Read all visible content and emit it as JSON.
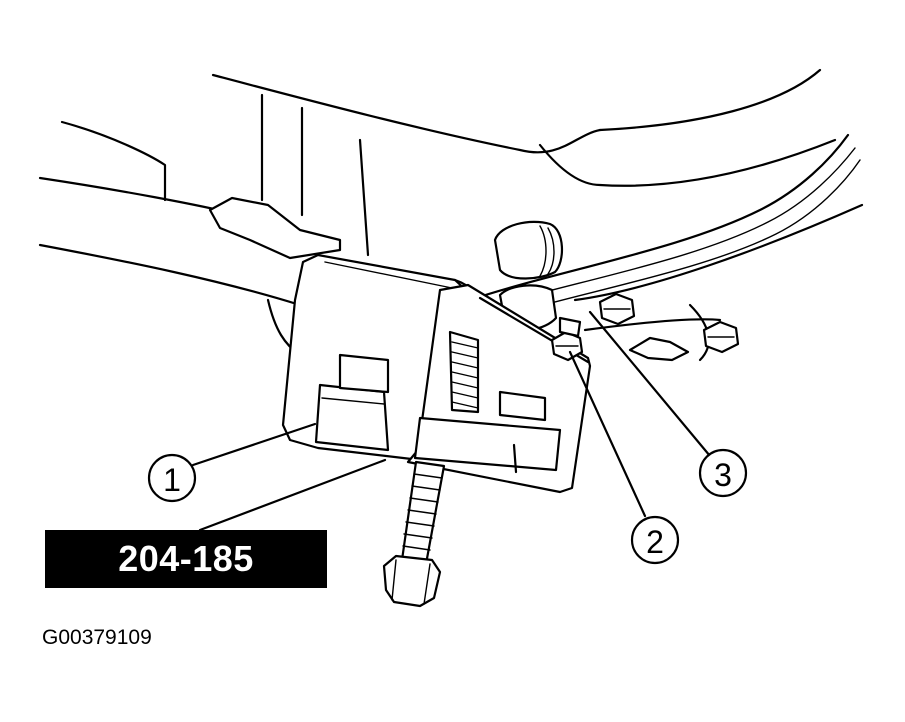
{
  "callouts": [
    {
      "label": "1"
    },
    {
      "label": "2"
    },
    {
      "label": "3"
    }
  ],
  "tool_number": "204-185",
  "figure_id": "G00379109"
}
